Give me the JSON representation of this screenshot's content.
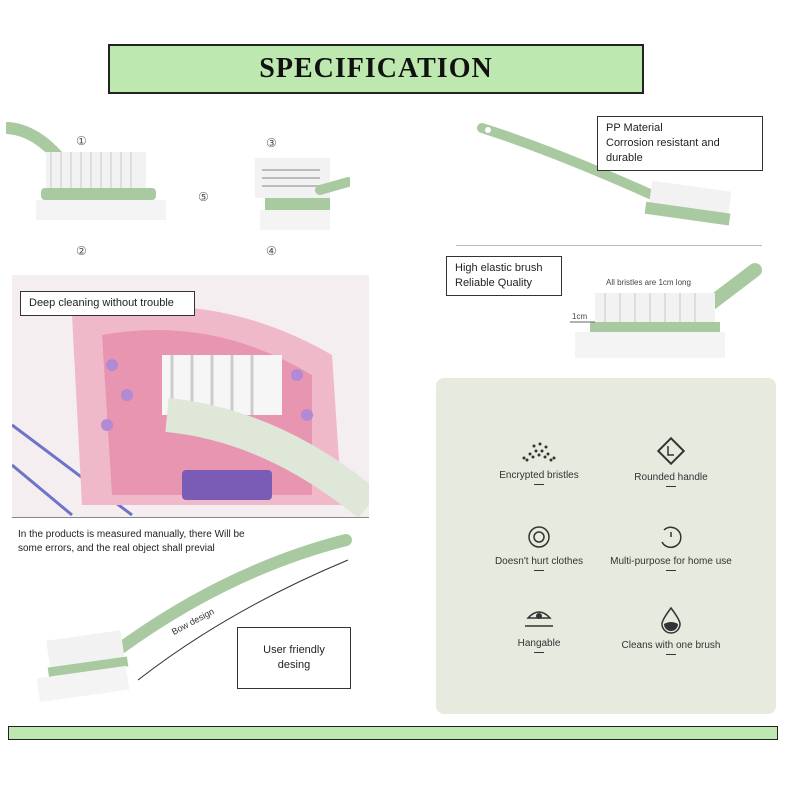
{
  "header": {
    "title": "SPECIFICATION"
  },
  "top_left": {
    "numbers": [
      "①",
      "②",
      "③",
      "④",
      "⑤"
    ]
  },
  "top_right": {
    "line1": "PP Material",
    "line2": "Corrosion resistant and durable"
  },
  "middle_right": {
    "line1": "High elastic brush",
    "line2": "Reliable Quality",
    "bristle_note": "All bristles are 1cm long",
    "measure": "1cm"
  },
  "photo": {
    "caption": "Deep cleaning without trouble"
  },
  "note": {
    "text": "In the products is measured manually, there Will be some errors, and the real object shall previal"
  },
  "bottom_left": {
    "bow": "Bow design",
    "line1": "User friendly",
    "line2": "desing"
  },
  "features": [
    {
      "label": "Encrypted bristles",
      "icon": "bristles-icon"
    },
    {
      "label": "Rounded handle",
      "icon": "rounded-handle-icon"
    },
    {
      "label": "Doesn't hurt clothes",
      "icon": "fabric-icon"
    },
    {
      "label": "Multi-purpose for home use",
      "icon": "multi-purpose-icon"
    },
    {
      "label": "Hangable",
      "icon": "hanger-icon"
    },
    {
      "label": "Cleans with one brush",
      "icon": "water-drop-icon"
    }
  ],
  "colors": {
    "accent_green": "#bde9b1",
    "brush_green": "#a9c9a0",
    "panel": "#e6eadf"
  }
}
